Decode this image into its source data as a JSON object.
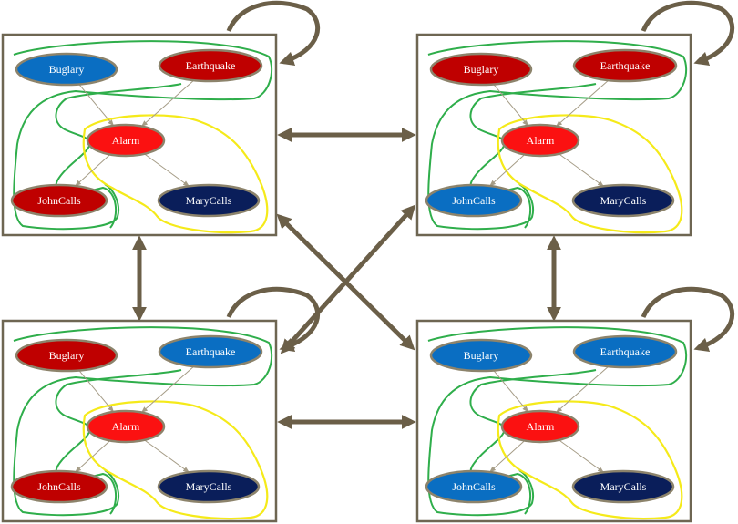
{
  "colors": {
    "red": "#bf0000",
    "bright_red": "#fb1111",
    "blue": "#0a6ec2",
    "navy": "#0a1e5a",
    "green_outline": "#2fae4b",
    "yellow_outline": "#f5ea1a",
    "frame_border": "#6e6652",
    "arrow": "#6b5f48",
    "edge": "#a59c86"
  },
  "nodes": [
    {
      "id": "buglary",
      "label": "Buglary"
    },
    {
      "id": "earthquake",
      "label": "Earthquake"
    },
    {
      "id": "alarm",
      "label": "Alarm"
    },
    {
      "id": "johncalls",
      "label": "JohnCalls"
    },
    {
      "id": "marycalls",
      "label": "MaryCalls"
    }
  ],
  "edges": [
    {
      "from": "buglary",
      "to": "alarm"
    },
    {
      "from": "earthquake",
      "to": "alarm"
    },
    {
      "from": "alarm",
      "to": "johncalls"
    },
    {
      "from": "alarm",
      "to": "marycalls"
    }
  ],
  "panels": [
    {
      "id": "top-left",
      "node_colors": {
        "buglary": "blue",
        "earthquake": "red",
        "alarm": "bright_red",
        "johncalls": "red",
        "marycalls": "navy"
      }
    },
    {
      "id": "top-right",
      "node_colors": {
        "buglary": "red",
        "earthquake": "red",
        "alarm": "bright_red",
        "johncalls": "blue",
        "marycalls": "navy"
      }
    },
    {
      "id": "bottom-left",
      "node_colors": {
        "buglary": "red",
        "earthquake": "blue",
        "alarm": "bright_red",
        "johncalls": "red",
        "marycalls": "navy"
      }
    },
    {
      "id": "bottom-right",
      "node_colors": {
        "buglary": "blue",
        "earthquake": "blue",
        "alarm": "bright_red",
        "johncalls": "blue",
        "marycalls": "navy"
      }
    }
  ],
  "transitions": [
    {
      "from": "top-left",
      "to": "top-right"
    },
    {
      "from": "top-left",
      "to": "bottom-left"
    },
    {
      "from": "top-right",
      "to": "bottom-right"
    },
    {
      "from": "bottom-left",
      "to": "bottom-right"
    },
    {
      "from": "top-left",
      "to": "bottom-right"
    },
    {
      "from": "top-right",
      "to": "bottom-left"
    }
  ]
}
